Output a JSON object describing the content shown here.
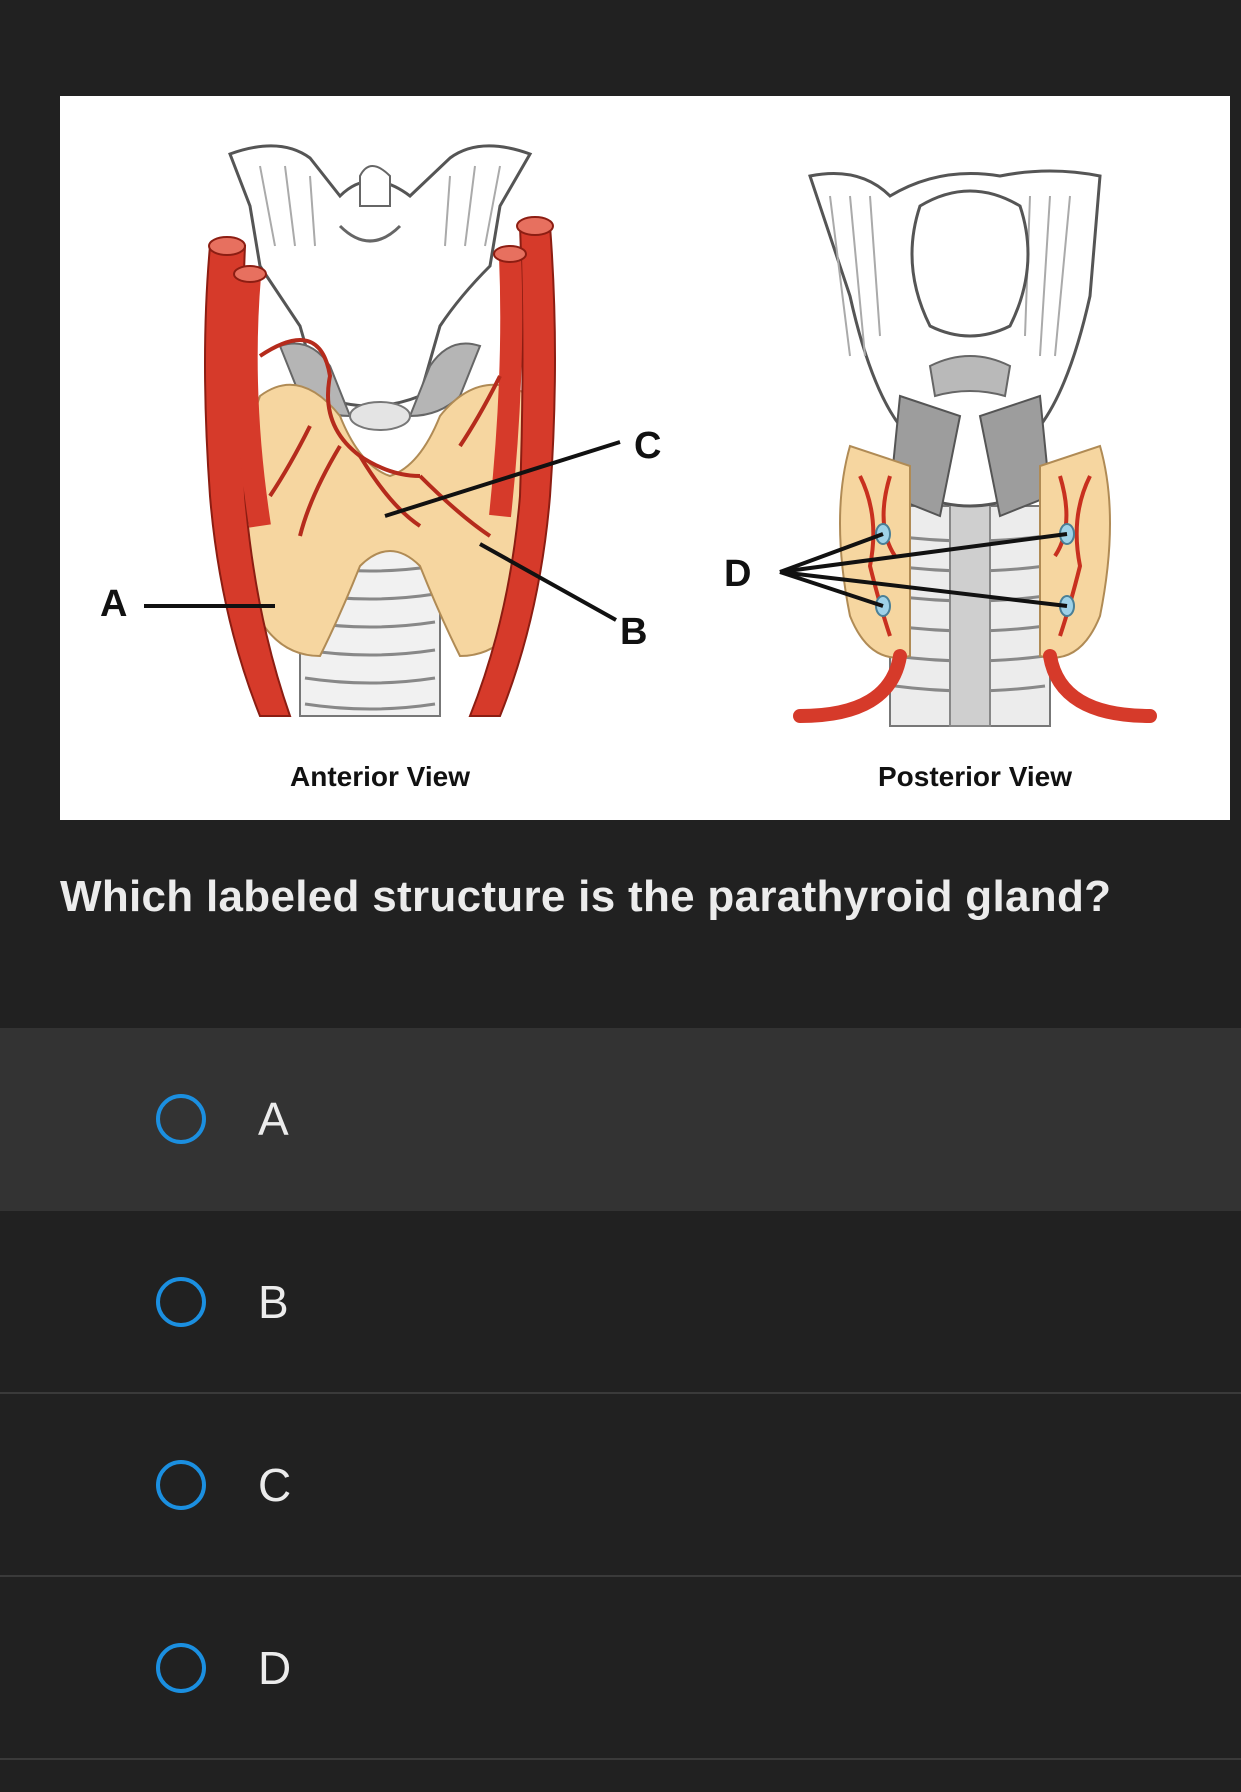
{
  "figure": {
    "labels": {
      "a": "A",
      "b": "B",
      "c": "C",
      "d": "D"
    },
    "anterior_caption": "Anterior View",
    "posterior_caption": "Posterior View"
  },
  "question": {
    "text": "Which labeled structure is the parathyroid gland?"
  },
  "options": [
    {
      "label": "A"
    },
    {
      "label": "B"
    },
    {
      "label": "C"
    },
    {
      "label": "D"
    }
  ],
  "colors": {
    "background": "#212121",
    "option_hover": "#333333",
    "radio": "#1b8fe0",
    "artery": "#d63a2a",
    "thyroid": "#f6d6a0",
    "cartilage": "#c9c9c9"
  }
}
